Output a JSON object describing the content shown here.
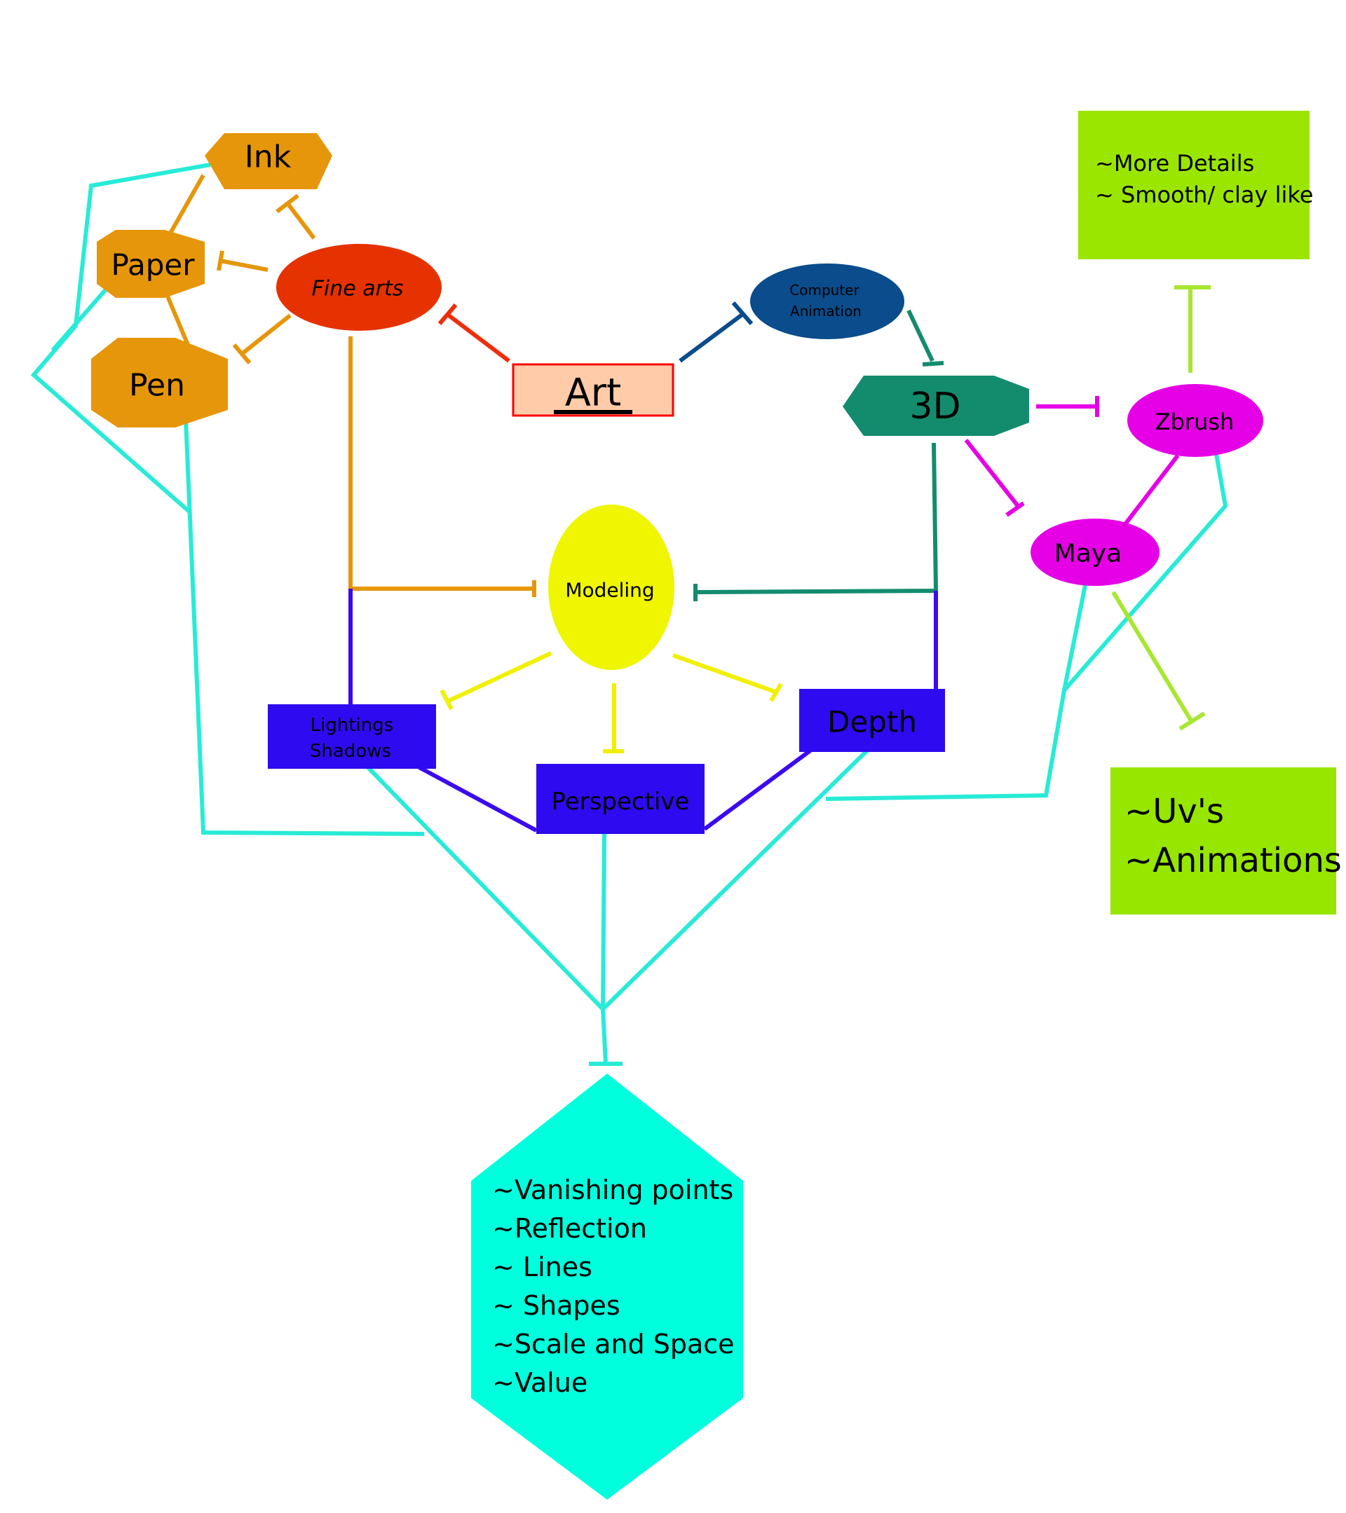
{
  "nodes": {
    "ink": {
      "label": "Ink",
      "color": "#E6960A"
    },
    "paper": {
      "label": "Paper",
      "color": "#E6960A"
    },
    "pen": {
      "label": "Pen",
      "color": "#E6960A"
    },
    "fine_arts": {
      "label": "Fine arts",
      "color": "#E63200"
    },
    "art": {
      "label": "Art",
      "color": "#FFCBA8",
      "text_color": "#FF0000",
      "border_color": "#FF0000"
    },
    "computer_animation": {
      "line1": "Computer",
      "line2": "Animation",
      "color": "#0A4C8C"
    },
    "three_d": {
      "label": "3D",
      "color": "#138C6E"
    },
    "zbrush": {
      "label": "Zbrush",
      "color": "#E600E6"
    },
    "maya": {
      "label": "Maya",
      "color": "#E600E6"
    },
    "more_details": {
      "line1": "~More Details",
      "line2": "~ Smooth/ clay like",
      "color": "#9BE600"
    },
    "uvs": {
      "line1": "~Uv's",
      "line2": "~Animations",
      "color": "#96E600"
    },
    "modeling": {
      "label": "Modeling",
      "color": "#F0F500"
    },
    "lightings": {
      "line1": "Lightings",
      "line2": "Shadows",
      "color": "#2E0AF0"
    },
    "depth": {
      "label": "Depth",
      "color": "#2E0AF0"
    },
    "perspective": {
      "label": "Perspective",
      "color": "#2E0AF0"
    },
    "fundamentals": {
      "lines": [
        "~Vanishing points",
        "~Reflection",
        "~ Lines",
        "~ Shapes",
        "~Scale and Space",
        "~Value"
      ],
      "color": "#00FFDC"
    }
  },
  "edge_colors": {
    "orange": "#E6960A",
    "red": "#F02D0A",
    "navy": "#0A4C8C",
    "teal": "#138C6E",
    "magenta": "#E600E6",
    "lime": "#A8E632",
    "yellow": "#F0F000",
    "blue": "#3C0AF0",
    "cyan": "#28EBD7"
  }
}
